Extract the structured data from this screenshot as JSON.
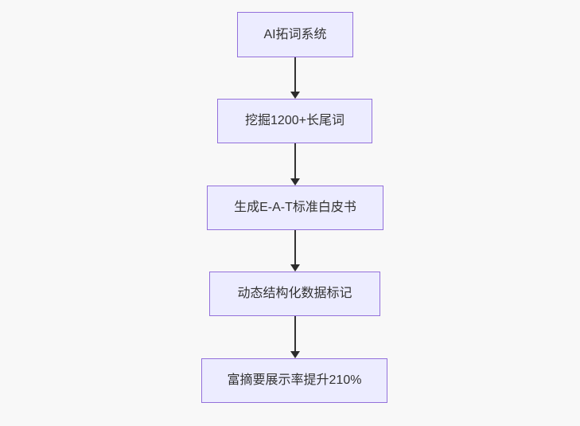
{
  "diagram": {
    "type": "flowchart",
    "direction": "top-down",
    "nodes": [
      {
        "id": "n1",
        "label": "AI拓词系统"
      },
      {
        "id": "n2",
        "label": "挖掘1200+长尾词"
      },
      {
        "id": "n3",
        "label": "生成E-A-T标准白皮书"
      },
      {
        "id": "n4",
        "label": "动态结构化数据标记"
      },
      {
        "id": "n5",
        "label": "富摘要展示率提升210%"
      }
    ],
    "edges": [
      {
        "from": "n1",
        "to": "n2",
        "arrow": "down"
      },
      {
        "from": "n2",
        "to": "n3",
        "arrow": "down"
      },
      {
        "from": "n3",
        "to": "n4",
        "arrow": "down"
      },
      {
        "from": "n4",
        "to": "n5",
        "arrow": "down"
      }
    ],
    "colors": {
      "background": "#f8f8f8",
      "node_fill": "#ECECFF",
      "node_border": "#9370DB",
      "edge_line": "#333333",
      "arrowhead": "#2b2b2b",
      "text": "#333333"
    }
  }
}
